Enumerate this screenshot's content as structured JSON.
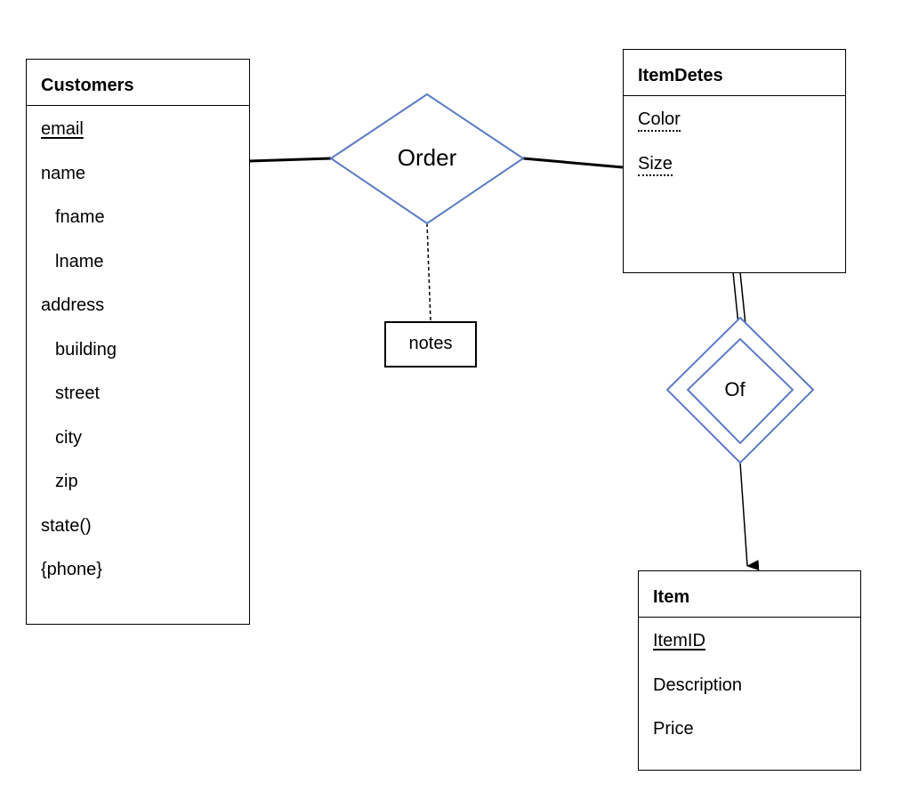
{
  "entities": {
    "customers": {
      "title": "Customers",
      "attributes": [
        "email",
        "name",
        "fname",
        "lname",
        "address",
        "building",
        "street",
        "city",
        "zip",
        "state()",
        "{phone}"
      ]
    },
    "itemdetes": {
      "title": "ItemDetes",
      "attributes": [
        "Color",
        "Size"
      ]
    },
    "item": {
      "title": "Item",
      "attributes": [
        "ItemID",
        "Description",
        "Price"
      ]
    }
  },
  "relationships": {
    "order": {
      "label": "Order"
    },
    "of": {
      "label": "Of"
    }
  },
  "annotation": {
    "label": "notes"
  },
  "colors": {
    "relationship_stroke": "#5b7cc4",
    "line": "#000000"
  }
}
